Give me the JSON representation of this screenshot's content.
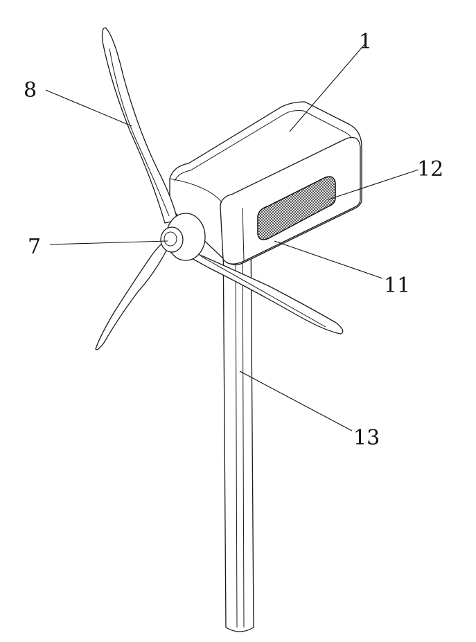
{
  "diagram": {
    "labels": {
      "nacelle": "1",
      "blade": "8",
      "hub": "7",
      "mesh_panel": "12",
      "panel_frame": "11",
      "tower": "13"
    }
  }
}
